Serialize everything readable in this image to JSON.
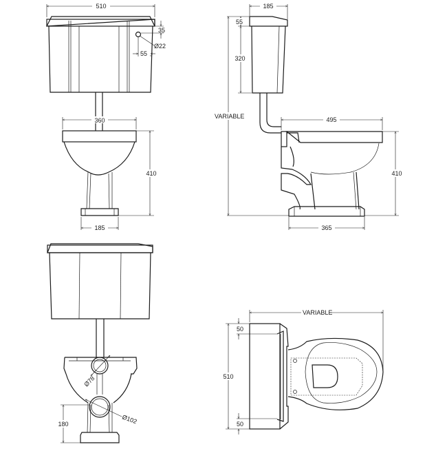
{
  "drawing": {
    "title": "Low level toilet with cistern - technical drawing",
    "stroke_color": "#1a1a1a",
    "background": "#ffffff"
  },
  "views": {
    "front_top": {
      "cistern_width": "510",
      "button_offset_top": "35",
      "button_diameter": "Ø22",
      "button_offset_side": "55",
      "bowl_width": "360",
      "pan_height": "410",
      "base_width": "185"
    },
    "side": {
      "cistern_depth": "185",
      "lid_height": "55",
      "cistern_height": "320",
      "overall_height": "VARIABLE",
      "pan_projection": "495",
      "pan_height": "410",
      "base_depth": "365"
    },
    "rear": {
      "flush_inlet_diameter": "Ø78",
      "outlet_diameter": "Ø102",
      "outlet_height": "180"
    },
    "plan": {
      "overall_projection": "VARIABLE",
      "cistern_width": "510",
      "lid_overhang_top": "50",
      "lid_overhang_bottom": "50"
    }
  }
}
